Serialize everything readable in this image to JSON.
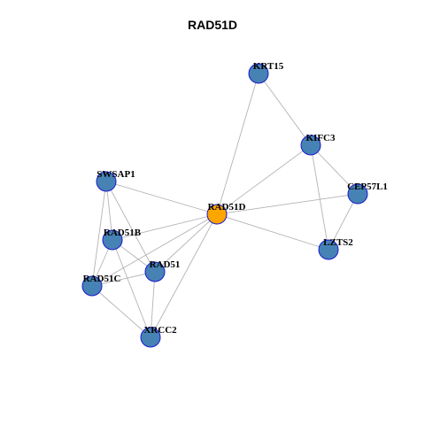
{
  "title": "RAD51D",
  "colors": {
    "node_fill": "#4682B4",
    "node_stroke": "#1a1acd",
    "focus_fill": "#FFA500",
    "edge": "#b3b3b3"
  },
  "nodes": [
    {
      "id": "RAD51D",
      "focus": true
    },
    {
      "id": "KRT15",
      "focus": false
    },
    {
      "id": "KIFC3",
      "focus": false
    },
    {
      "id": "CEP57L1",
      "focus": false
    },
    {
      "id": "LZTS2",
      "focus": false
    },
    {
      "id": "SWSAP1",
      "focus": false
    },
    {
      "id": "RAD51B",
      "focus": false
    },
    {
      "id": "RAD51",
      "focus": false
    },
    {
      "id": "RAD51C",
      "focus": false
    },
    {
      "id": "XRCC2",
      "focus": false
    }
  ],
  "edges": [
    [
      "KRT15",
      "KIFC3"
    ],
    [
      "KRT15",
      "RAD51D"
    ],
    [
      "KIFC3",
      "CEP57L1"
    ],
    [
      "KIFC3",
      "LZTS2"
    ],
    [
      "KIFC3",
      "RAD51D"
    ],
    [
      "CEP57L1",
      "RAD51D"
    ],
    [
      "CEP57L1",
      "LZTS2"
    ],
    [
      "LZTS2",
      "RAD51D"
    ],
    [
      "SWSAP1",
      "RAD51D"
    ],
    [
      "SWSAP1",
      "RAD51B"
    ],
    [
      "SWSAP1",
      "RAD51"
    ],
    [
      "SWSAP1",
      "RAD51C"
    ],
    [
      "RAD51B",
      "RAD51D"
    ],
    [
      "RAD51B",
      "RAD51"
    ],
    [
      "RAD51B",
      "RAD51C"
    ],
    [
      "RAD51B",
      "XRCC2"
    ],
    [
      "RAD51",
      "RAD51D"
    ],
    [
      "RAD51",
      "RAD51C"
    ],
    [
      "RAD51",
      "XRCC2"
    ],
    [
      "RAD51C",
      "RAD51D"
    ],
    [
      "RAD51C",
      "XRCC2"
    ],
    [
      "XRCC2",
      "RAD51D"
    ]
  ]
}
